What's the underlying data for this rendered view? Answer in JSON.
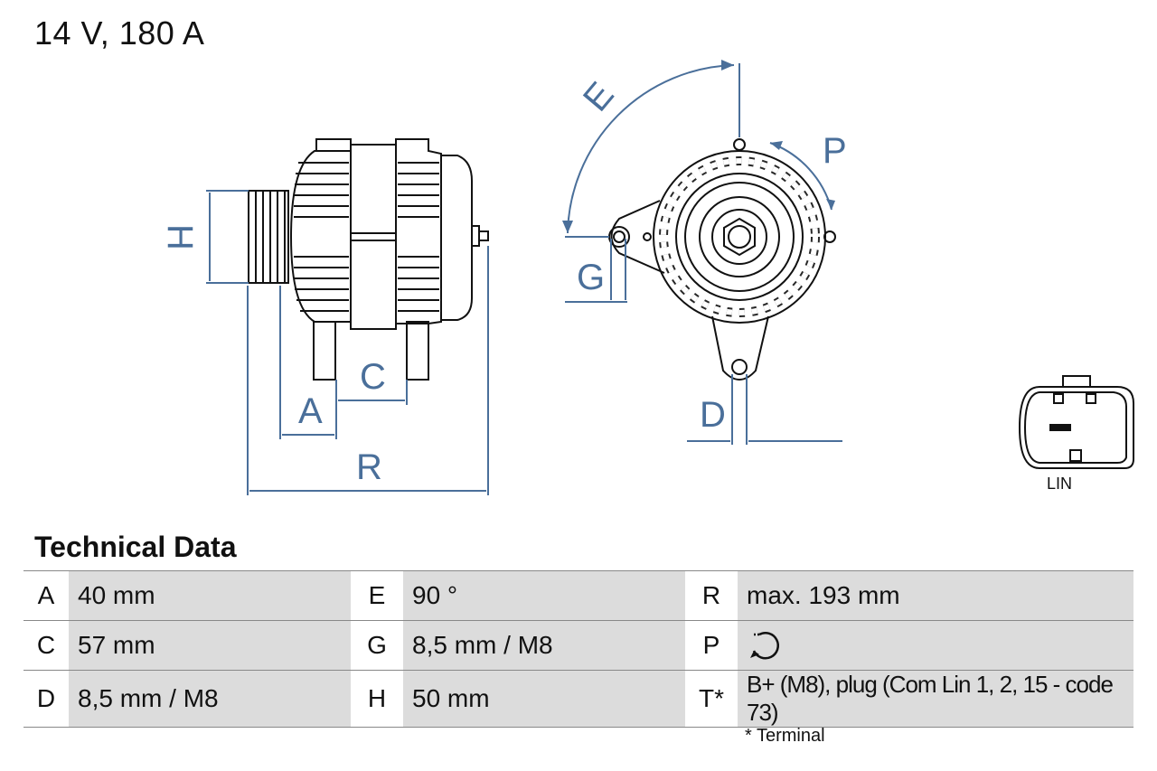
{
  "title": "14 V, 180 A",
  "diagram": {
    "dimension_labels": {
      "H": "H",
      "A": "A",
      "C": "C",
      "R": "R",
      "E": "E",
      "P": "P",
      "G": "G",
      "D": "D"
    },
    "connector_label": "LIN",
    "dim_color": "#4a6f9a"
  },
  "technical_data": {
    "heading": "Technical Data",
    "rows": [
      [
        {
          "key": "A",
          "value": "40 mm"
        },
        {
          "key": "E",
          "value": "90 °"
        },
        {
          "key": "R",
          "value": "max. 193 mm"
        }
      ],
      [
        {
          "key": "C",
          "value": "57 mm"
        },
        {
          "key": "G",
          "value": "8,5 mm / M8"
        },
        {
          "key": "P",
          "value": "",
          "icon": "clockwise-rotation-icon"
        }
      ],
      [
        {
          "key": "D",
          "value": "8,5 mm / M8"
        },
        {
          "key": "H",
          "value": "50 mm"
        },
        {
          "key": "T*",
          "value": "B+ (M8), plug (Com Lin 1, 2, 15 - code 73)"
        }
      ]
    ],
    "footnote": "* Terminal"
  }
}
